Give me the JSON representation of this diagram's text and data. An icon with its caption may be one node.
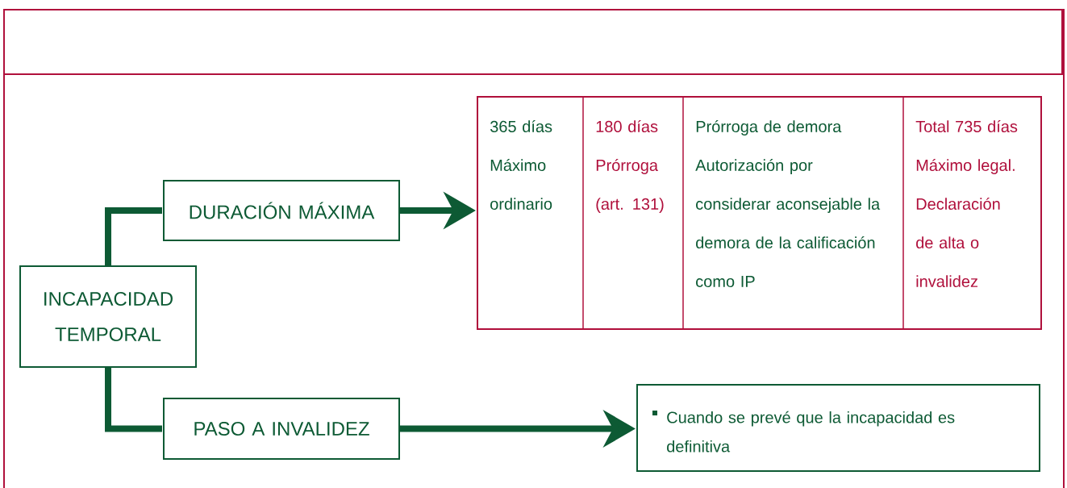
{
  "diagram": {
    "nodes": [
      {
        "text": [
          "INCAPACIDAD TEMPORAL"
        ]
      },
      {
        "text": [
          "DURACIÓN MÁXIMA"
        ]
      },
      {
        "text": [],
        "shape": "box"
      },
      {
        "text": [
          "365 días Máximo ordinario"
        ],
        "in": 2
      },
      {
        "text": [
          "180 días Prórroga (art. 131)"
        ],
        "in": 2
      },
      {
        "text": [
          "Prórroga de demora Autorización por considerar aconsejable la demora de la calificación como IP"
        ],
        "in": 2
      },
      {
        "text": [
          "Total 735 días Máximo legal. Declaración de alta o invalidez"
        ],
        "in": 2
      },
      {
        "text": [
          "PASO A INVALIDEZ"
        ]
      },
      {
        "text": [
          "Cuando se prevé que la incapacidad es definitiva"
        ]
      }
    ],
    "edges": [
      {
        "from": 0,
        "to": 1,
        "arrow": "none"
      },
      {
        "from": 0,
        "to": 7,
        "arrow": "none"
      },
      {
        "from": 1,
        "to": 2,
        "arrow": "to"
      },
      {
        "from": 7,
        "to": 8,
        "arrow": "to"
      }
    ]
  }
}
